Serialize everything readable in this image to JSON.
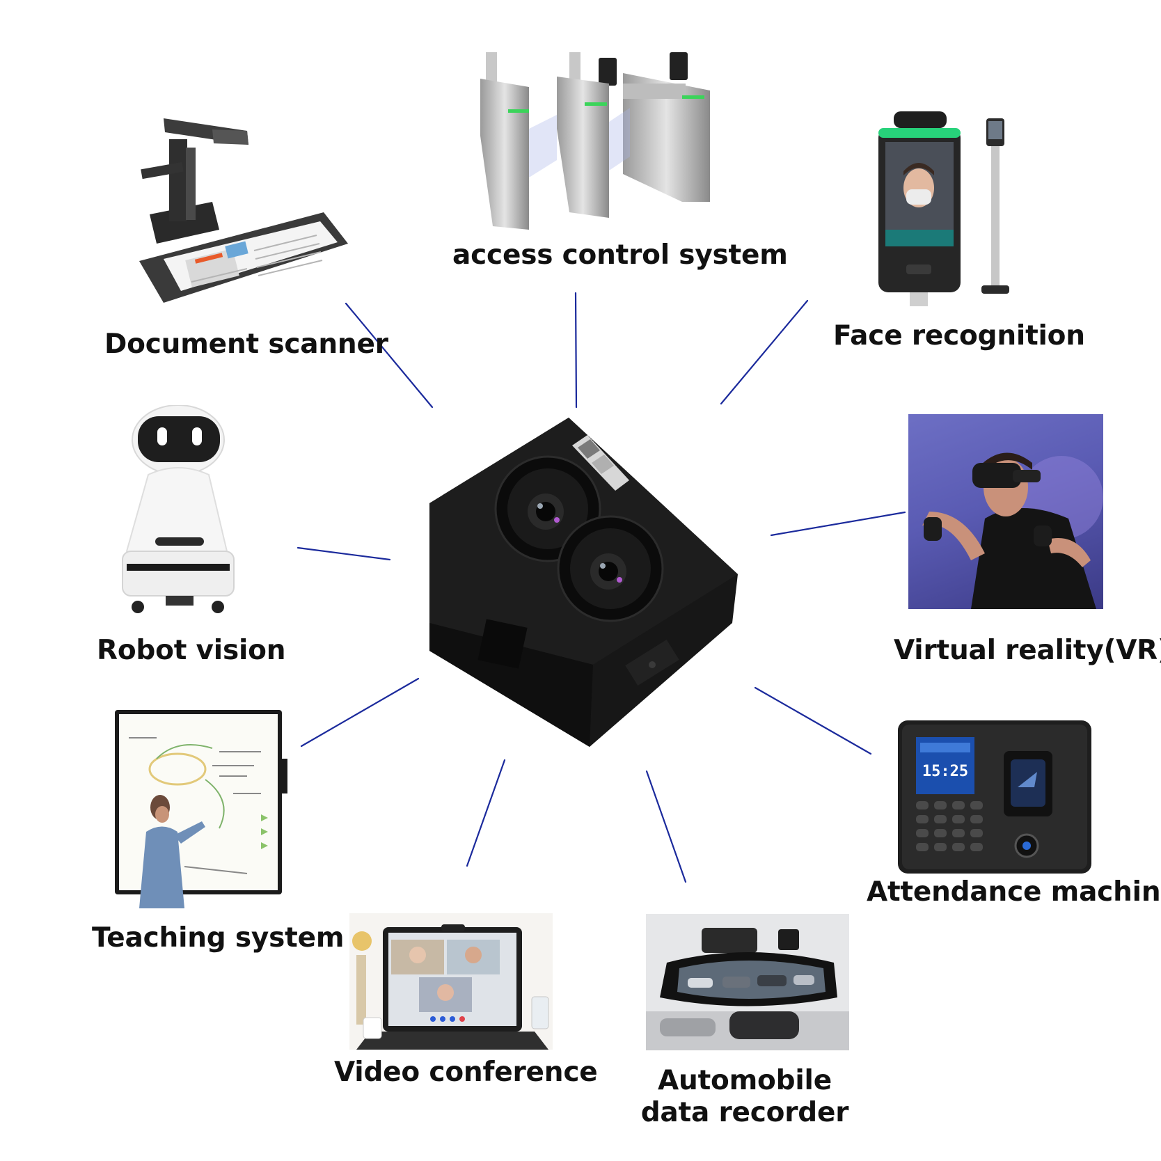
{
  "diagram": {
    "center": {
      "name": "dual-lens-camera-module",
      "icon": "camera-module-icon"
    },
    "connector_color": "#1b2a9c",
    "applications": [
      {
        "label": "Document scanner",
        "icon": "document-scanner-icon"
      },
      {
        "label": "access control system",
        "icon": "turnstile-gate-icon"
      },
      {
        "label": "Face recognition",
        "icon": "face-recognition-terminal-icon"
      },
      {
        "label": "Robot vision",
        "icon": "service-robot-icon"
      },
      {
        "label": "Virtual reality(VR)",
        "icon": "vr-headset-user-icon"
      },
      {
        "label": "Teaching system",
        "icon": "interactive-whiteboard-icon"
      },
      {
        "label": "Attendance machine",
        "icon": "fingerprint-attendance-icon"
      },
      {
        "label": "Video conference",
        "icon": "video-call-laptop-icon"
      },
      {
        "label": "Automobile data recorder",
        "icon": "rearview-mirror-dashcam-icon"
      }
    ],
    "illustration_text": {
      "attendance_clock": "15:25"
    }
  }
}
